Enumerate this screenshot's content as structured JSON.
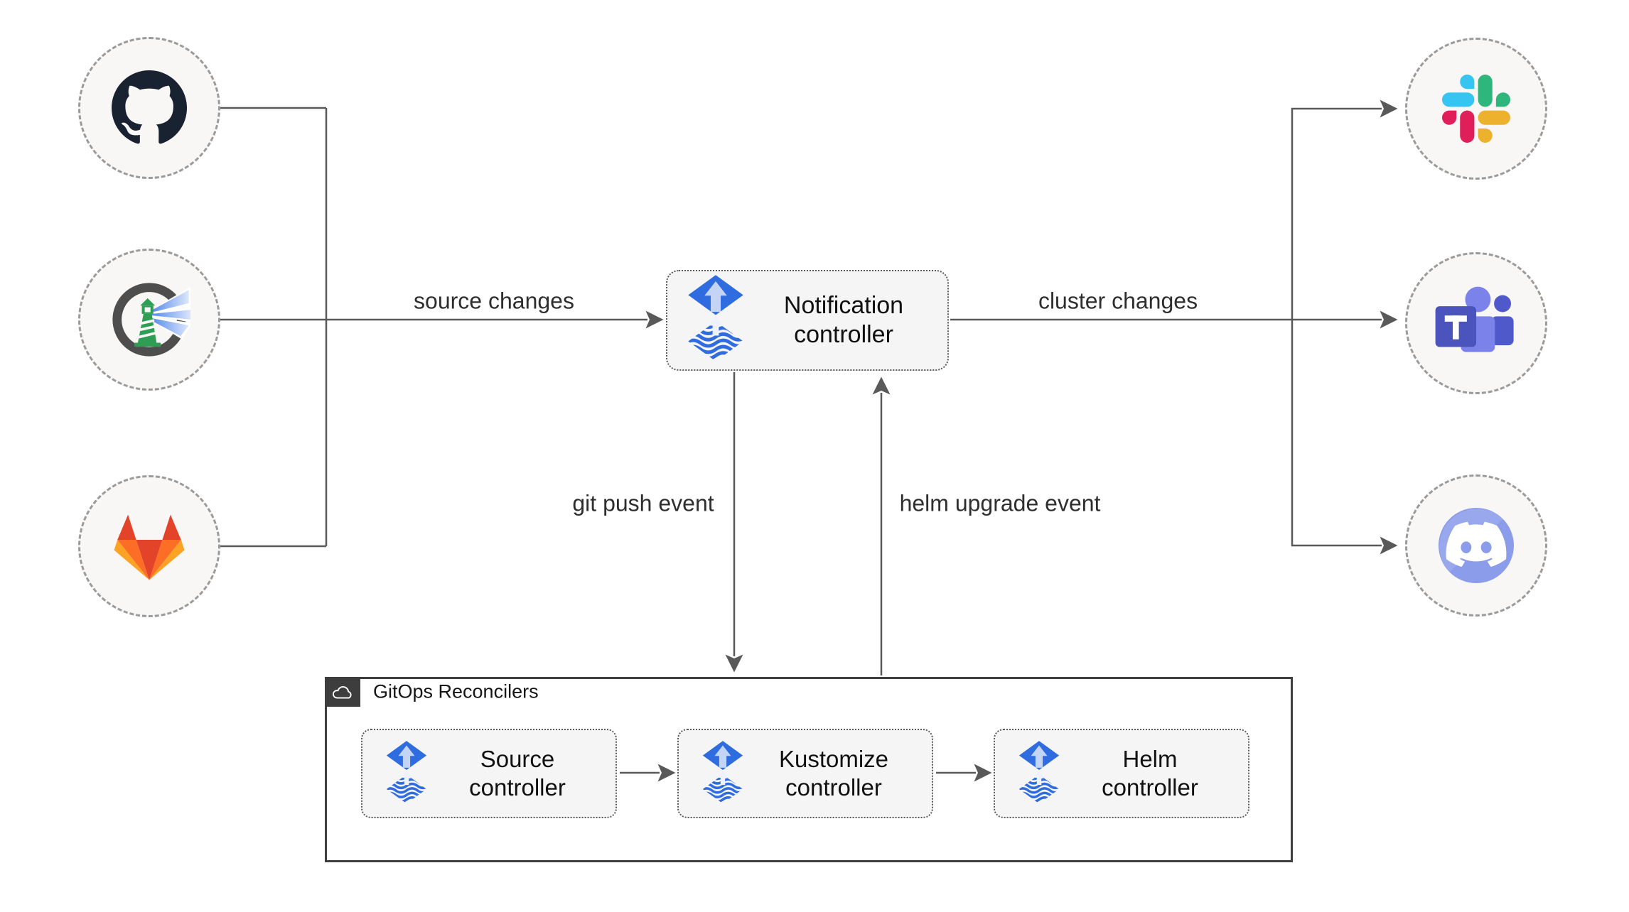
{
  "diagram": {
    "type": "flowchart",
    "sources": [
      {
        "icon": "github-icon"
      },
      {
        "icon": "harbor-icon"
      },
      {
        "icon": "gitlab-icon"
      }
    ],
    "notification": {
      "icon": "flux-icon",
      "label": "Notification controller"
    },
    "targets": [
      {
        "icon": "slack-icon"
      },
      {
        "icon": "teams-icon"
      },
      {
        "icon": "discord-icon"
      }
    ],
    "edges": {
      "source_changes": "source changes",
      "cluster_changes": "cluster changes",
      "git_push_event": "git push event",
      "helm_upgrade_event": "helm upgrade event"
    },
    "reconcilers": {
      "icon": "cloud-icon",
      "title": "GitOps Reconcilers",
      "controllers": [
        {
          "icon": "flux-icon",
          "label": "Source controller"
        },
        {
          "icon": "flux-icon",
          "label": "Kustomize controller"
        },
        {
          "icon": "flux-icon",
          "label": "Helm controller"
        }
      ]
    },
    "colors": {
      "flux_blue": "#2f6ce0",
      "flux_arrow_light": "#c3d4f4",
      "line_gray": "#595959",
      "node_fill": "#f8f7f5",
      "node_border": "#9b9b9b",
      "box_fill": "#f5f5f5",
      "box_border": "#5a5a5a",
      "container_border": "#3f3f3f",
      "github_dark": "#182230",
      "gitlab_red": "#e24329",
      "gitlab_orange": "#fc6d26",
      "gitlab_yellow": "#fca326",
      "harbor_green": "#2f9e54",
      "harbor_ring": "#4e4e4e",
      "harbor_beam": "#3b78e7",
      "slack_blue": "#36c5f0",
      "slack_green": "#2eb67d",
      "slack_yellow": "#ecb22e",
      "slack_red": "#e01e5a",
      "teams_indigo": "#4b53bc",
      "teams_light": "#7b83eb",
      "teams_mid": "#5059c9",
      "discord_blurple": "#8b9cea"
    }
  }
}
